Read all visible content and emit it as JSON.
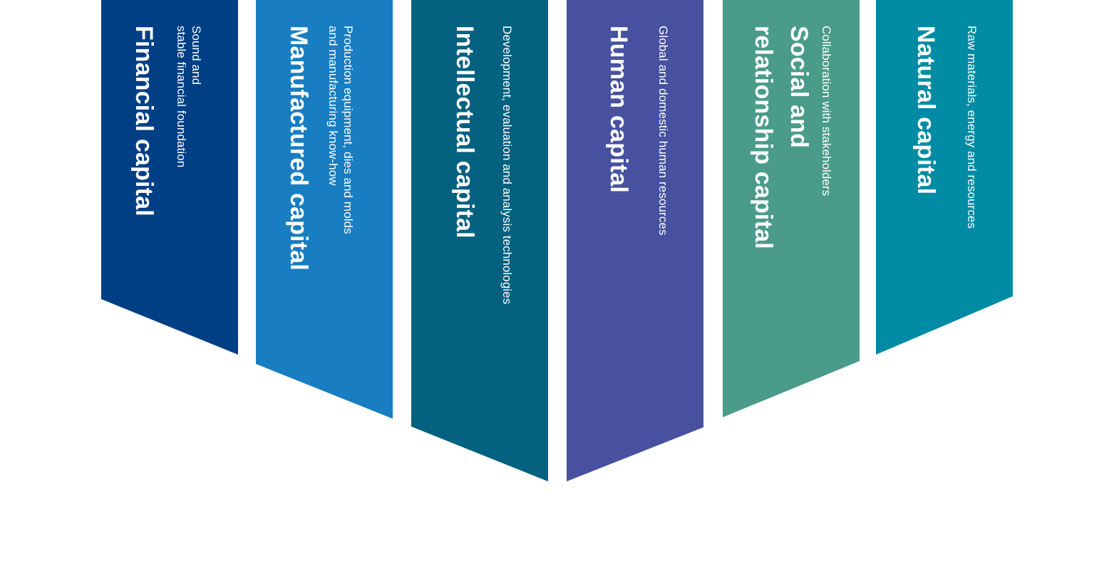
{
  "capitals": [
    {
      "id": "financial",
      "title": "Financial capital",
      "description": "Sound and\nstable financial foundation",
      "color": "#003f84"
    },
    {
      "id": "manufactured",
      "title": "Manufactured capital",
      "description": "Production equipment, dies and molds\nand manufacturing know-how",
      "color": "#187ec1"
    },
    {
      "id": "intellectual",
      "title": "Intellectual capital",
      "description": "Development, evaluation and analysis technologies",
      "color": "#04617f"
    },
    {
      "id": "human",
      "title": "Human capital",
      "description": "Global and domestic human resources",
      "color": "#47519f"
    },
    {
      "id": "social",
      "title": "Social and\nrelationship capital",
      "description": "Collaboration with stakeholders",
      "color": "#4a9b89"
    },
    {
      "id": "natural",
      "title": "Natural capital",
      "description": "Raw materials, energy and resources",
      "color": "#008ba5"
    }
  ]
}
